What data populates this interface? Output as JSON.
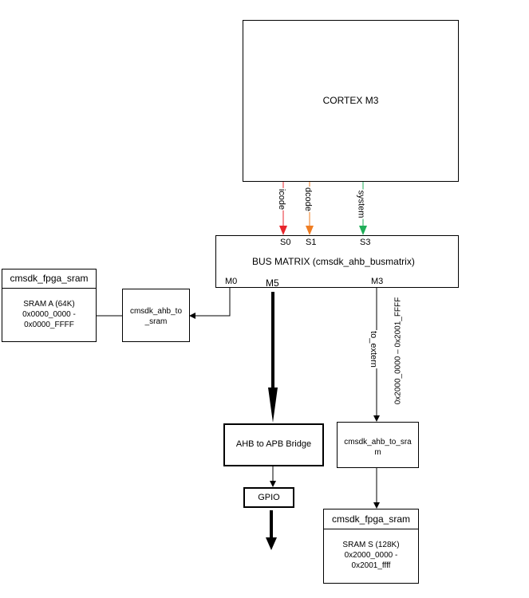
{
  "cpu": {
    "label": "CORTEX M3"
  },
  "bus_matrix": {
    "label": "BUS MATRIX (cmsdk_ahb_busmatrix)",
    "ports": {
      "s0": "S0",
      "s1": "S1",
      "s3": "S3",
      "m0": "M0",
      "m5": "M5",
      "m3": "M3"
    }
  },
  "buses": {
    "icode": "icode",
    "dcode": "dcode",
    "system": "system",
    "to_extern": "to_extern"
  },
  "address_range_extern": "0x2000_0000 – 0x2001_FFFF",
  "left_bridge": {
    "label": "cmsdk_ahb_to\n_sram"
  },
  "left_sram": {
    "header": "cmsdk_fpga_sram",
    "content": "SRAM A (64K)\n0x0000_0000 -\n0x0000_FFFF"
  },
  "apb_bridge": {
    "label": "AHB to APB Bridge"
  },
  "gpio": {
    "label": "GPIO"
  },
  "right_bridge": {
    "label": "cmsdk_ahb_to_sra\nm"
  },
  "right_sram": {
    "header": "cmsdk_fpga_sram",
    "content": "SRAM S (128K)\n0x2000_0000 -\n0x2001_ffff"
  },
  "colors": {
    "icode": "#e8262c",
    "dcode": "#ef7d22",
    "system": "#1fae58"
  }
}
